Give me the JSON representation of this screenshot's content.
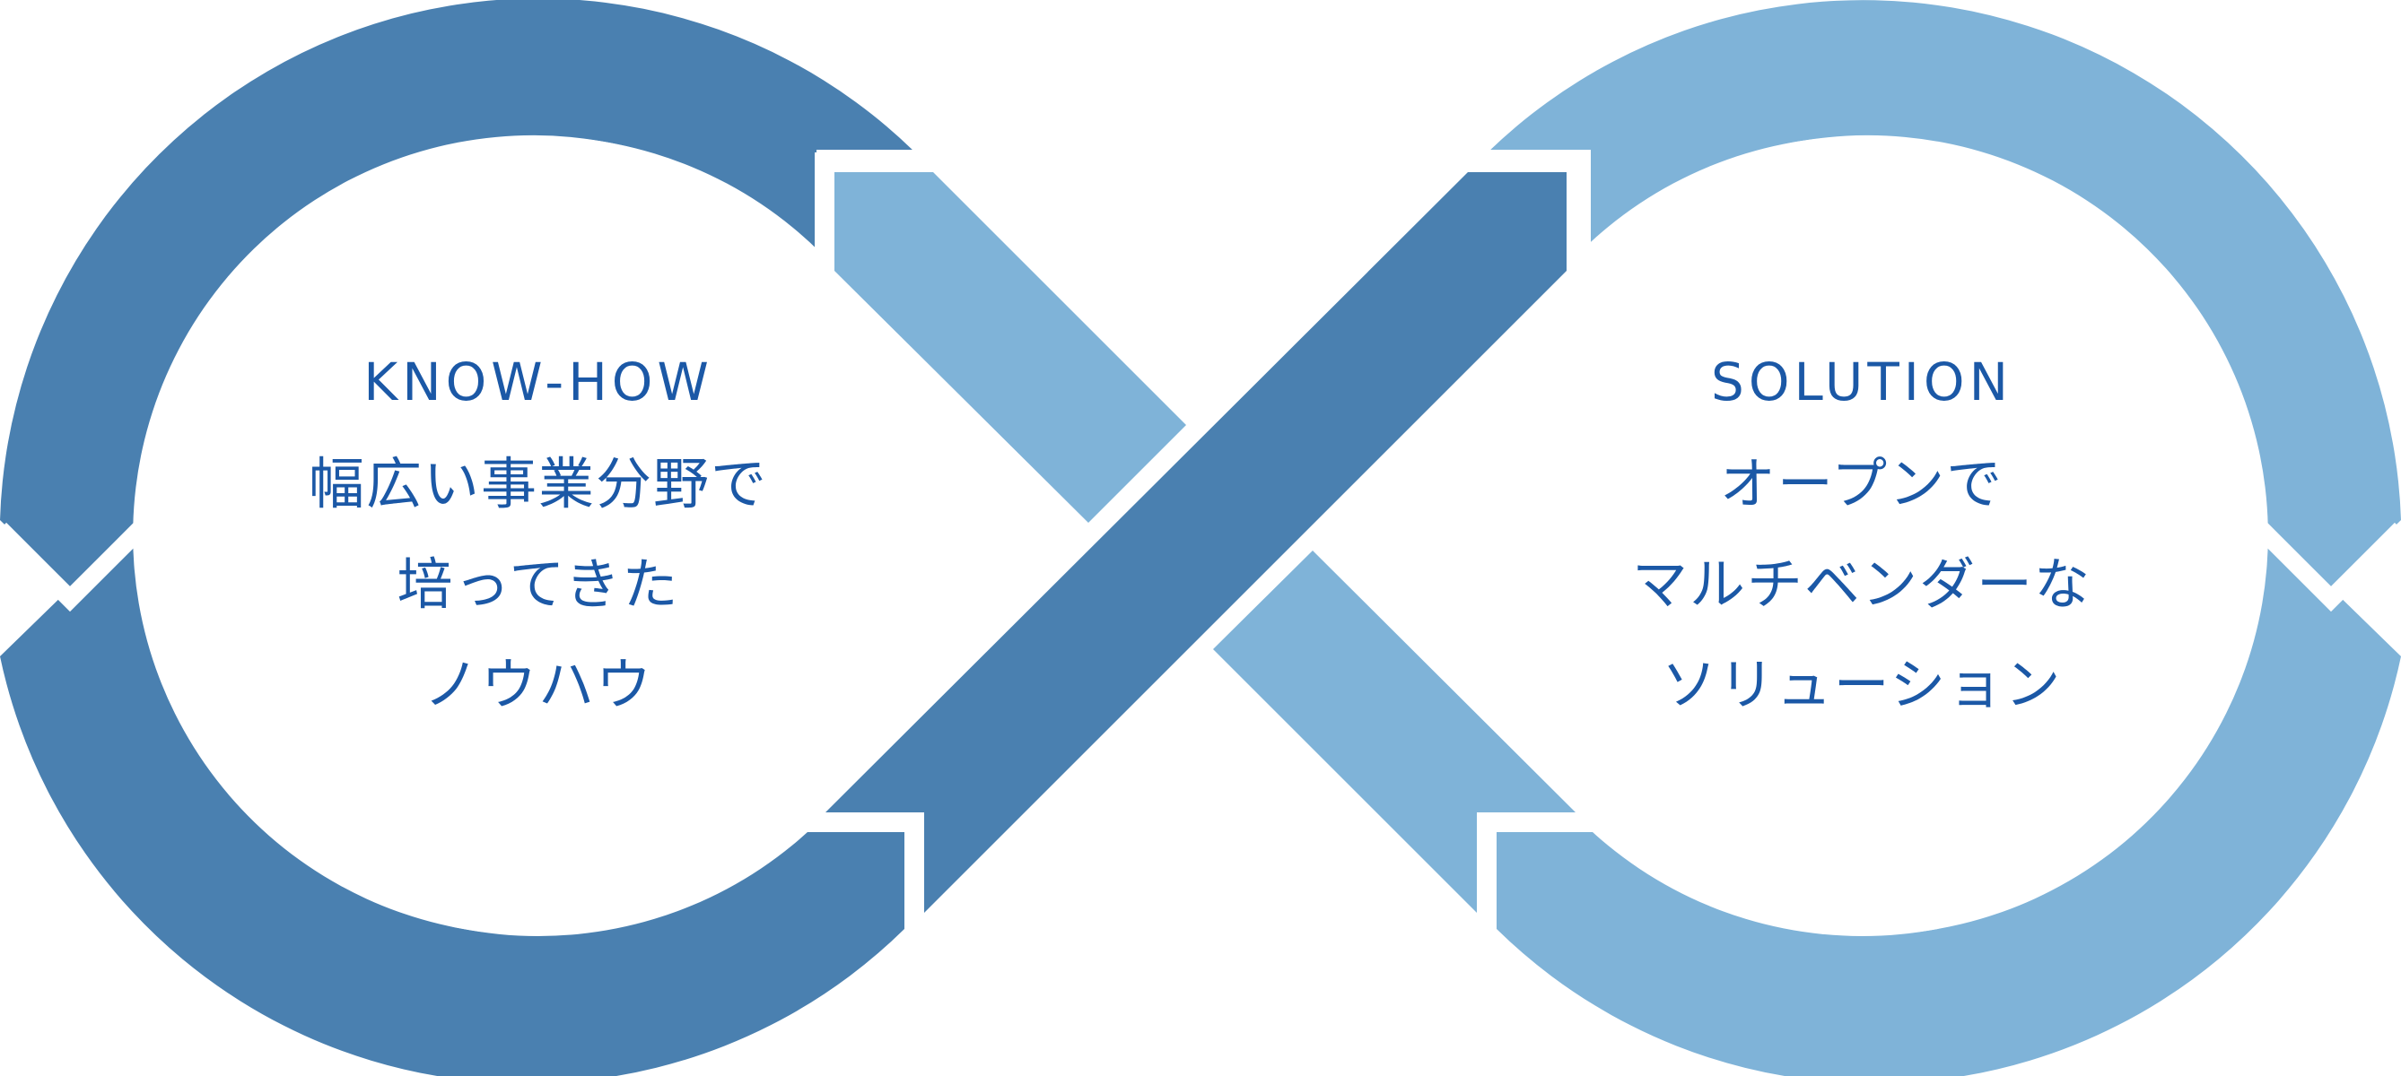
{
  "colors": {
    "dark_blue": "#4a80b0",
    "light_blue": "#7fb3d8",
    "text_blue": "#1b58a6",
    "background": "#ffffff"
  },
  "left_circle": {
    "heading": "KNOW-HOW",
    "lines": [
      "幅広い事業分野で",
      "培ってきた",
      "ノウハウ"
    ]
  },
  "right_circle": {
    "heading": "SOLUTION",
    "lines": [
      "オープンで",
      "マルチベンダーな",
      "ソリューション"
    ]
  }
}
